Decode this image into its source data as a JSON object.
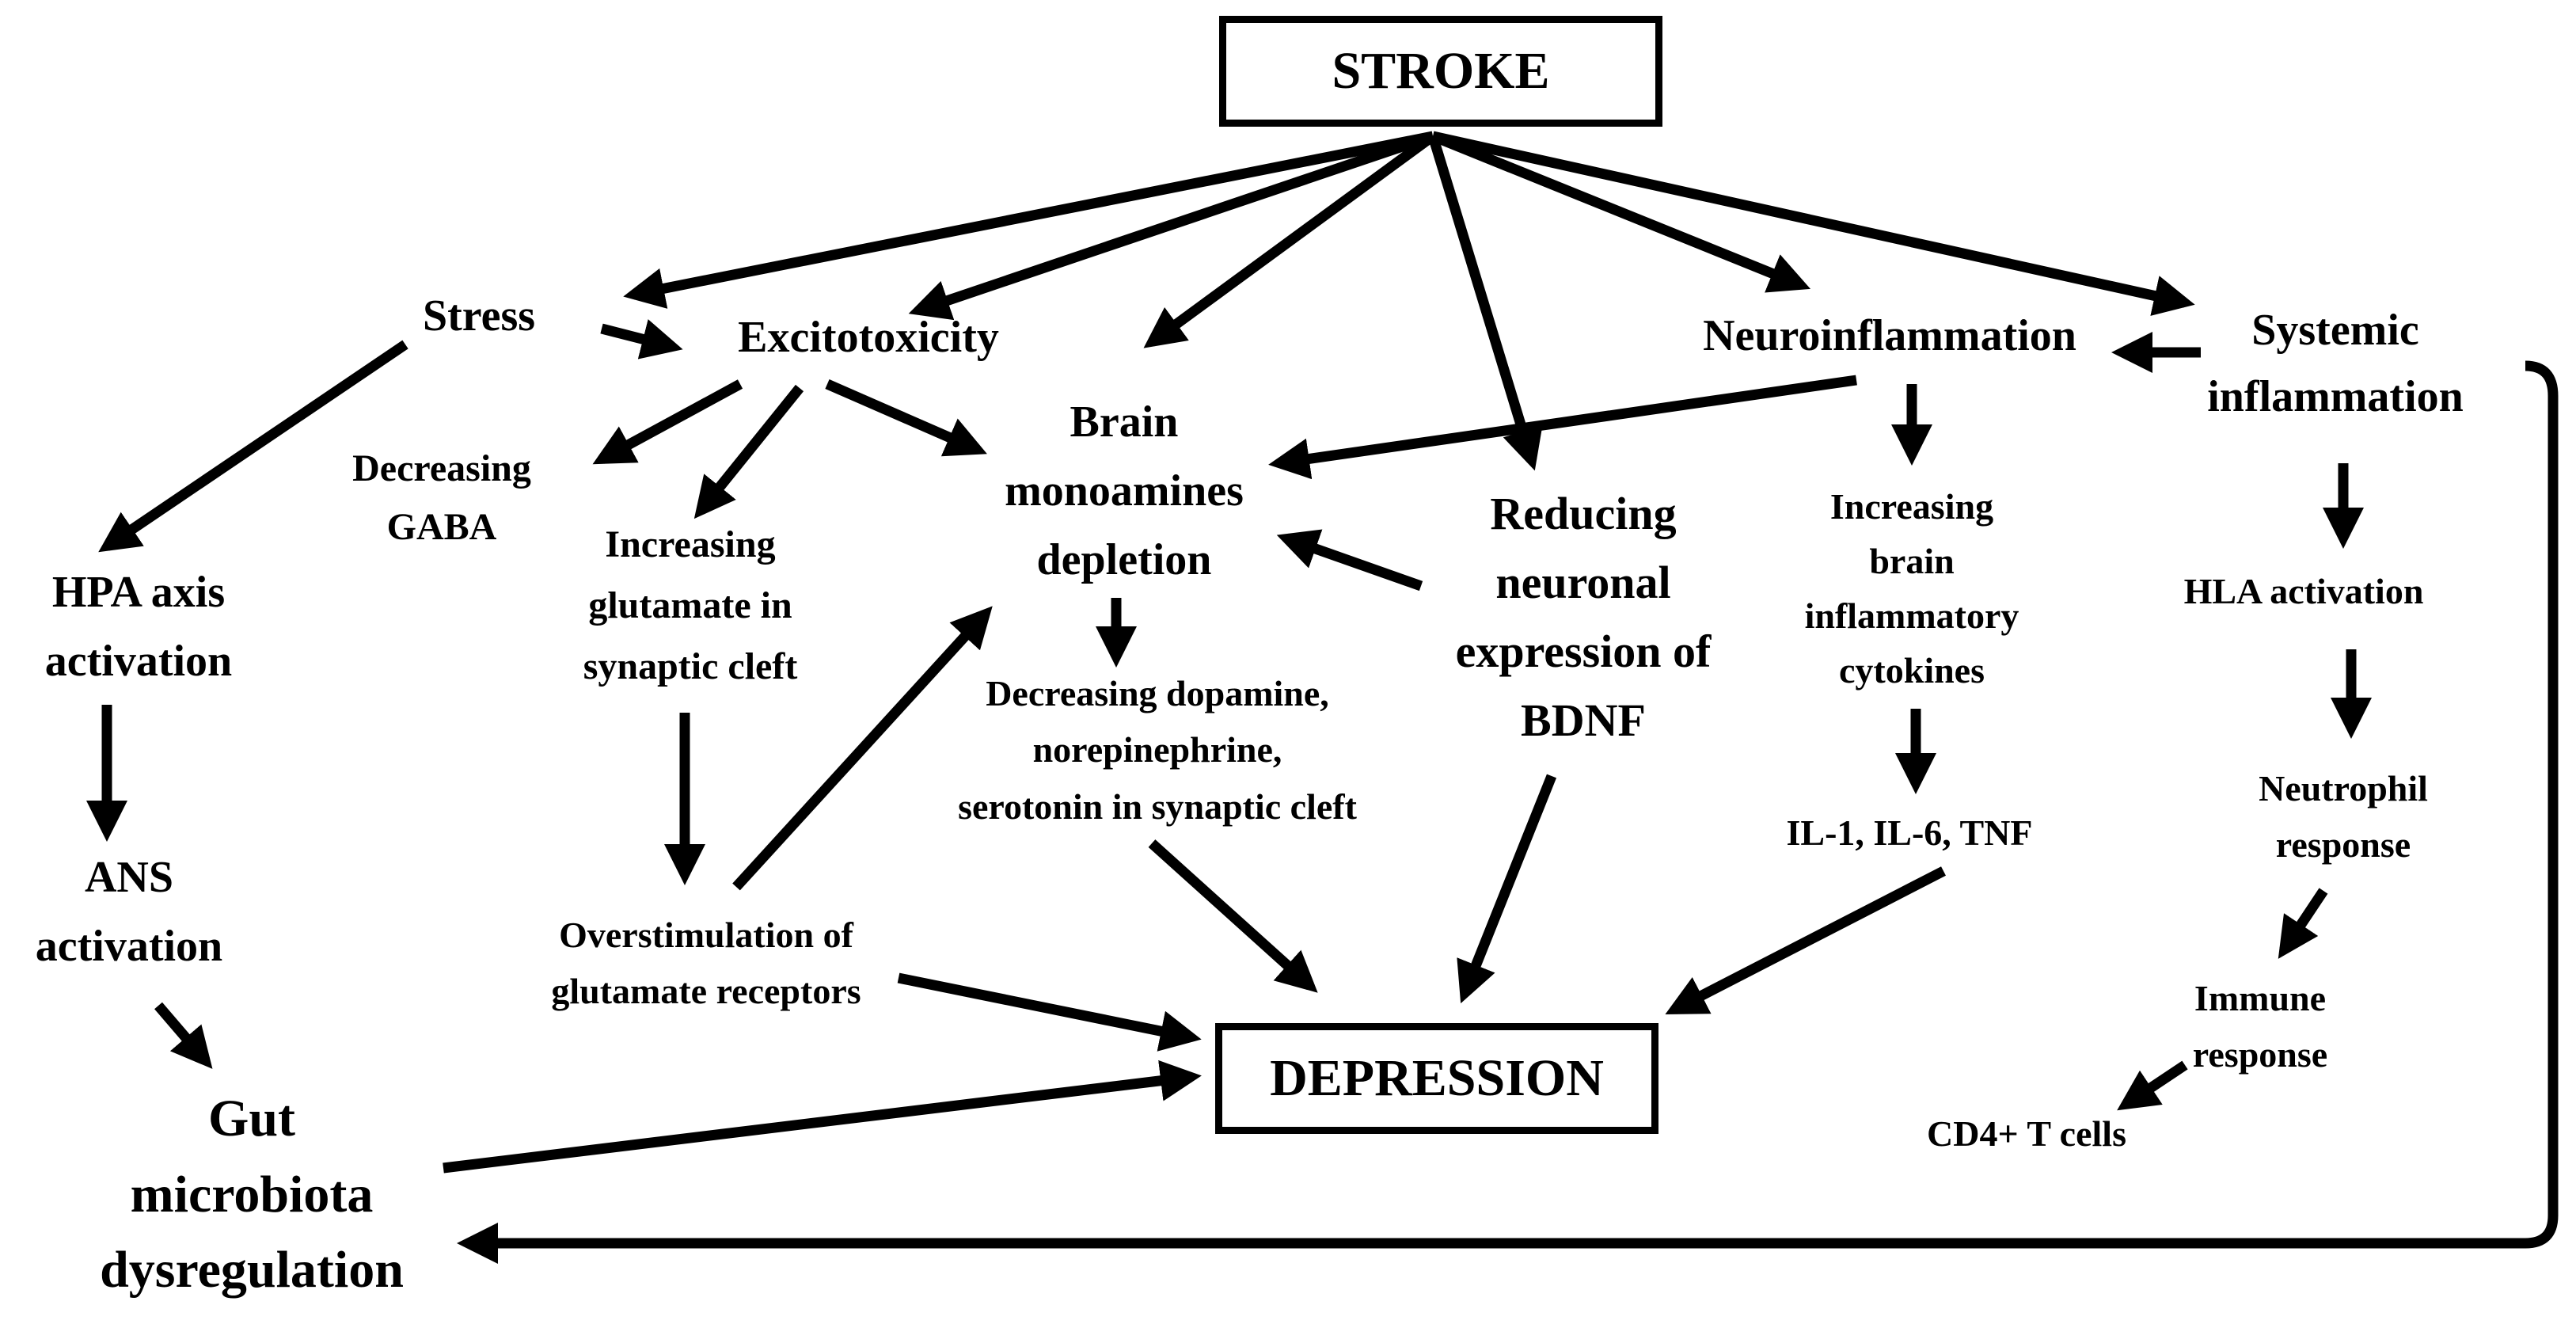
{
  "diagram": {
    "stroke": "STROKE",
    "depression": "DEPRESSION",
    "stress": "Stress",
    "excitotoxicity": "Excitotoxicity",
    "neuroinflammation": "Neuroinflammation",
    "systemic_inflammation": "Systemic\ninflammation",
    "hpa_axis": "HPA axis\nactivation",
    "ans": "ANS\nactivation",
    "gut": "Gut\nmicrobiota\ndysregulation",
    "decreasing_gaba": "Decreasing\nGABA",
    "increasing_glutamate": "Increasing\nglutamate in\nsynaptic cleft",
    "overstimulation": "Overstimulation of\nglutamate receptors",
    "brain_monoamines": "Brain\nmonoamines\ndepletion",
    "decreasing_dopamine": "Decreasing dopamine,\nnorepinephrine,\nserotonin in synaptic cleft",
    "reducing_bdnf": "Reducing\nneuronal\nexpression of\nBDNF",
    "increasing_cytokines": "Increasing\nbrain\ninflammatory\ncytokines",
    "il_tnf": "IL-1, IL-6, TNF",
    "hla": "HLA activation",
    "neutrophil": "Neutrophil\nresponse",
    "immune": "Immune\nresponse",
    "cd4": "CD4+ T cells"
  }
}
